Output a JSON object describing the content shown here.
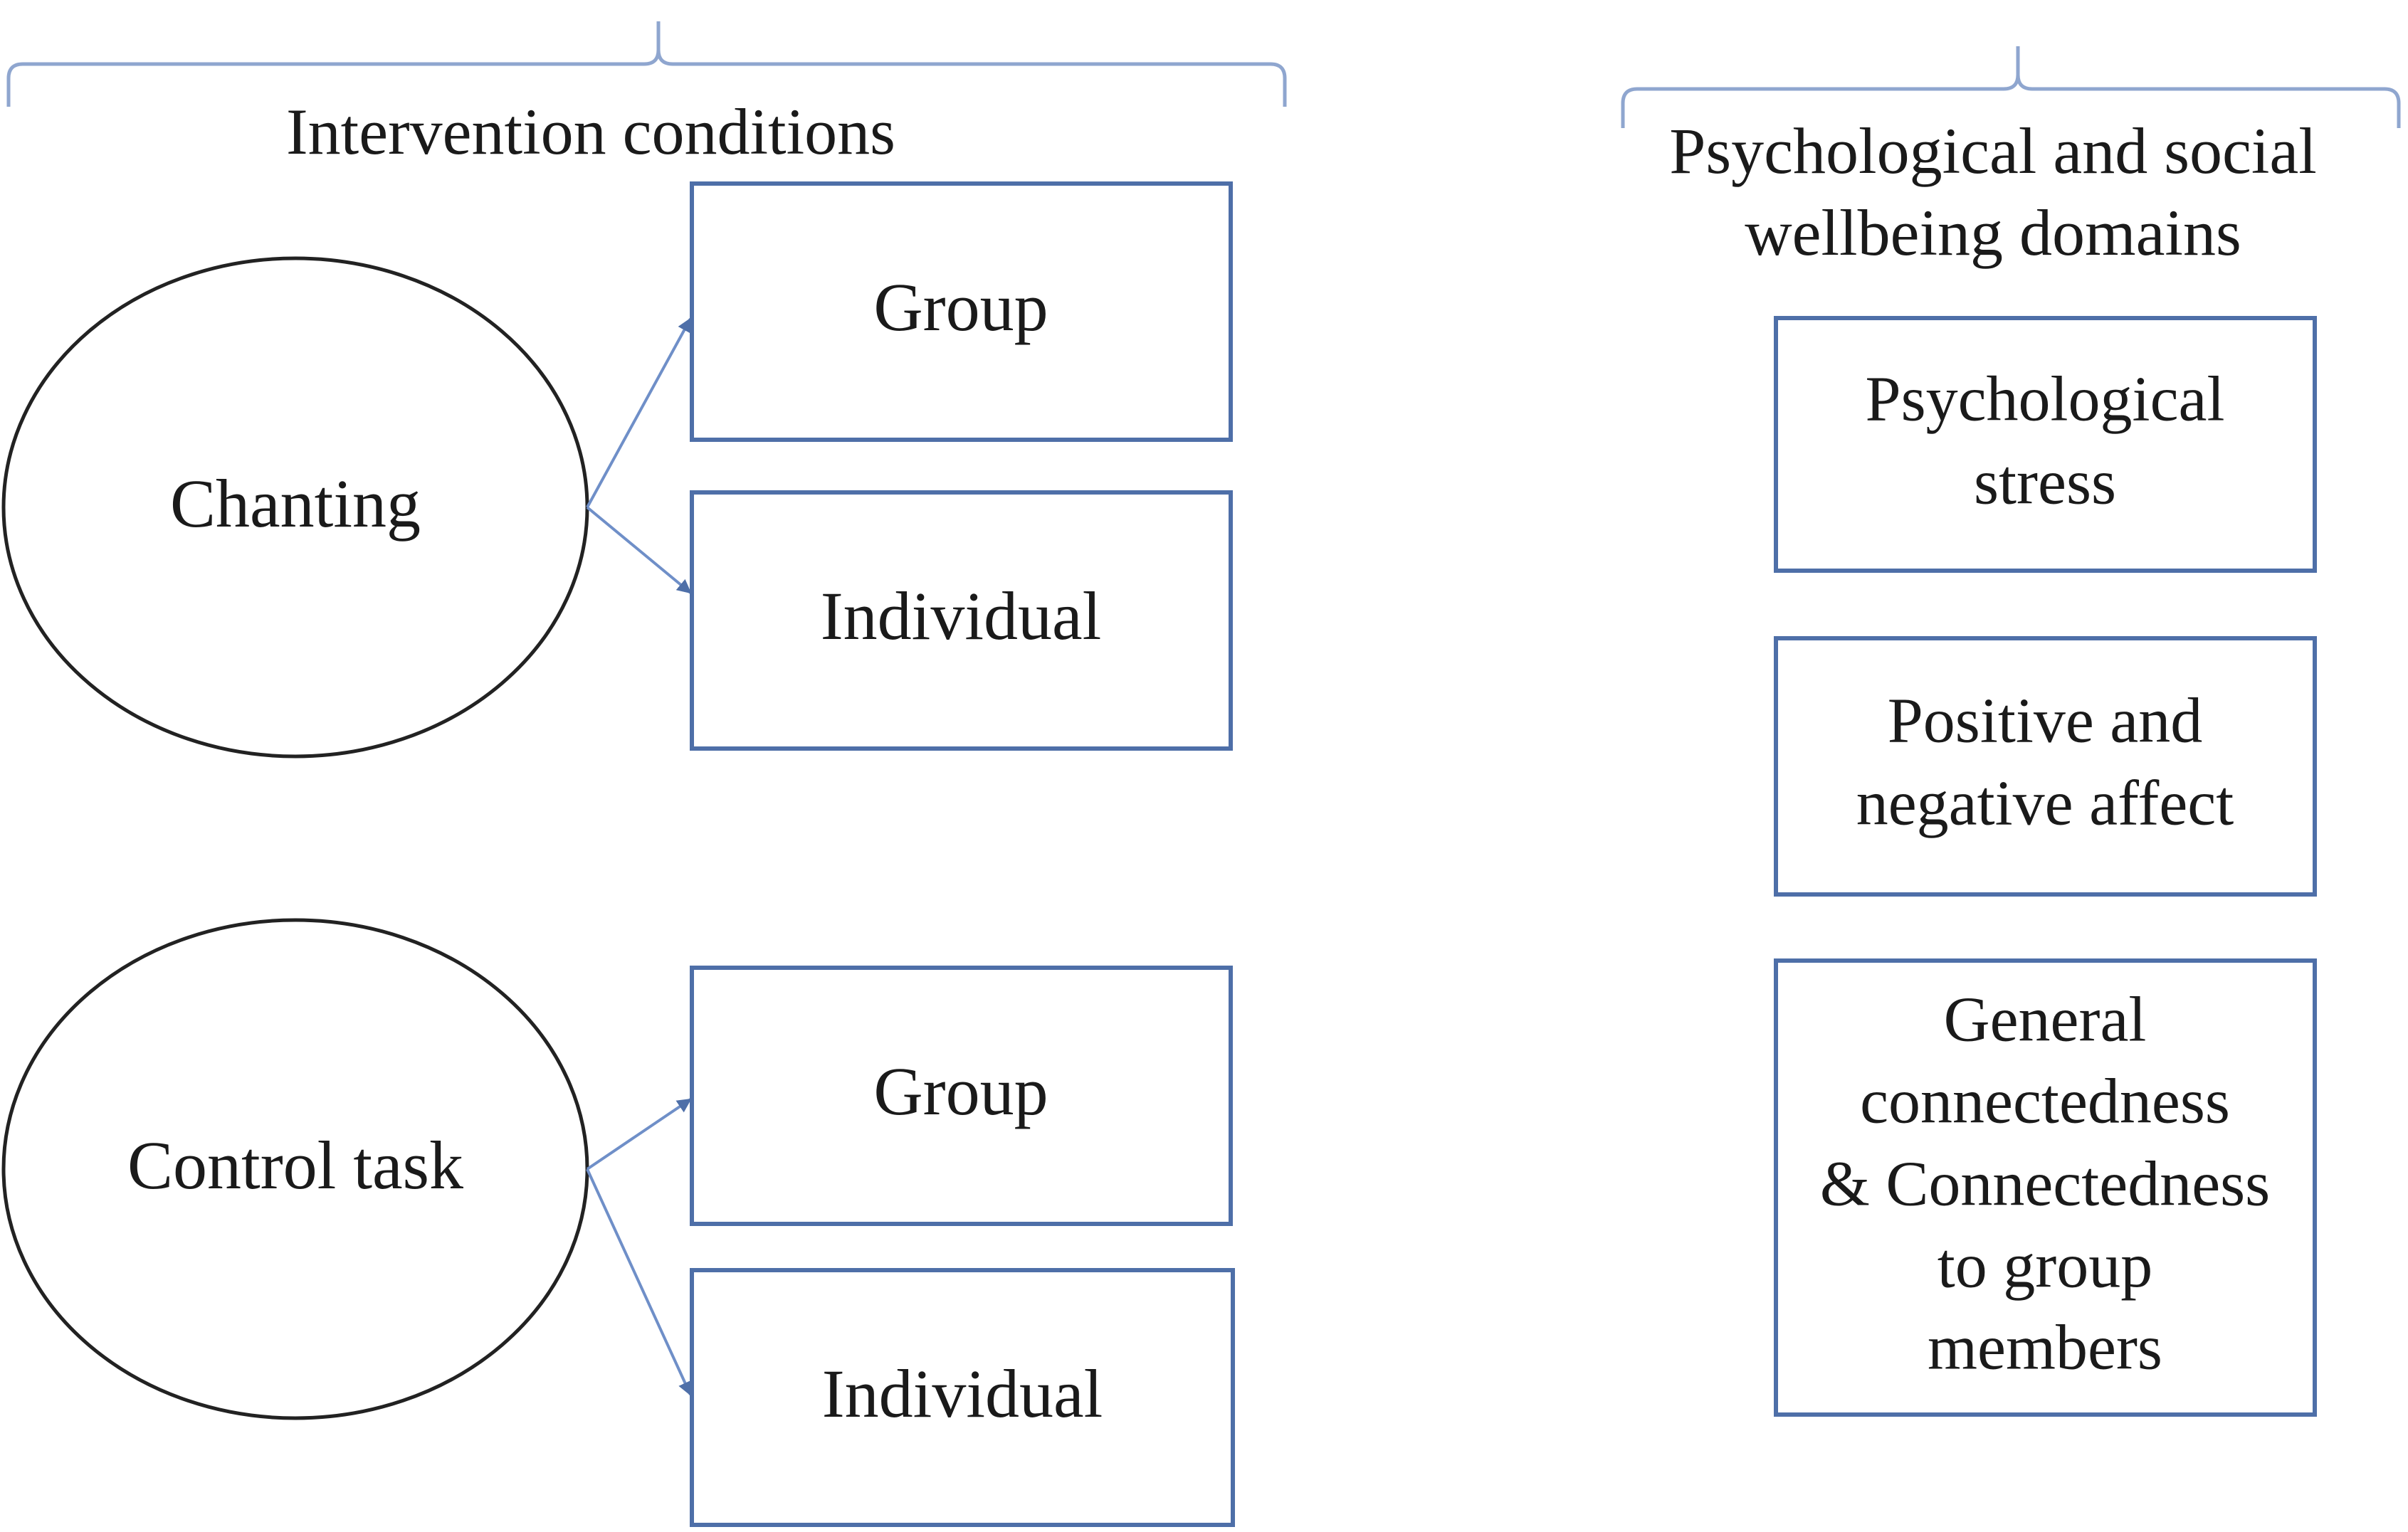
{
  "headings": {
    "intervention": "Intervention conditions",
    "domains_line1": "Psychological  and social",
    "domains_line2": "wellbeing domains"
  },
  "conditions": [
    {
      "label": "Chanting",
      "branches": [
        "Group",
        "Individual"
      ]
    },
    {
      "label": "Control task",
      "branches": [
        "Group",
        "Individual"
      ]
    }
  ],
  "domains": [
    {
      "lines": [
        "Psychological",
        "stress"
      ]
    },
    {
      "lines": [
        "Positive and",
        "negative affect"
      ]
    },
    {
      "lines": [
        "General",
        "connectedness",
        "& Connectedness",
        "to group",
        "members"
      ]
    }
  ],
  "colors": {
    "box_border": "#4e6fa8",
    "bracket": "#8fa6cf",
    "arrow": "#6f8fc8",
    "ellipse_border": "#222222",
    "text": "#1a1a1a"
  }
}
